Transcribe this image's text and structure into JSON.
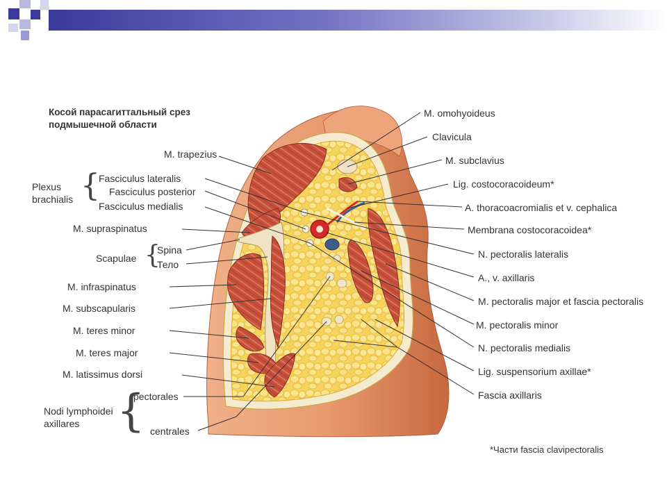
{
  "slide": {
    "accent_dark": "#3a3a9c",
    "accent_light": "#9a9ad4"
  },
  "figure": {
    "title_lines": [
      "Косой парасагиттальный срез",
      "подмышечной области"
    ],
    "left_labels": {
      "trapezius": "M. trapezius",
      "fasc_lateralis": "Fasciculus lateralis",
      "fasc_posterior": "Fasciculus posterior",
      "fasc_medialis": "Fasciculus medialis",
      "plexus_1": "Plexus",
      "plexus_2": "brachialis",
      "supraspinatus": "M. supraspinatus",
      "scapulae": "Scapulae",
      "spina": "Spina",
      "telo": "Тело",
      "infraspinatus": "M. infraspinatus",
      "subscapularis": "M. subscapularis",
      "teres_minor": "M. teres minor",
      "teres_major": "M. teres major",
      "latissimus": "M. latissimus dorsi",
      "nodi_1": "Nodi lymphoidei",
      "nodi_2": "axillares",
      "pectorales": "pectorales",
      "centrales": "centrales"
    },
    "right_labels": {
      "omohyoideus": "M. omohyoideus",
      "clavicula": "Clavicula",
      "subclavius": "M. subclavius",
      "costocoracoideum": "Lig. costocoracoideum*",
      "thoracoacromialis": "A. thoracoacromialis et v. cephalica",
      "membrana": "Membrana  costocoracoidea*",
      "n_pect_lat": "N. pectoralis  lateralis",
      "axillaris": "A., v. axillaris",
      "pect_major": "M. pectoralis major et fascia pectoralis",
      "pect_minor": "M. pectoralis minor",
      "n_pect_med": "N. pectoralis medialis",
      "suspensorium": "Lig. suspensorium axillae*",
      "fascia_axillaris": "Fascia axillaris"
    },
    "footnote": "*Части fascia clavipectoralis",
    "colors": {
      "skin": "#e79a6e",
      "skin_dark": "#c8683e",
      "fat": "#f6d35a",
      "fat_cell": "#f9e48c",
      "muscle": "#c6503a",
      "muscle_stripe": "#e07a62",
      "fascia": "#f5ecd0",
      "artery": "#d42a2a",
      "vein": "#3c5c8c",
      "node": "#f1e6c6",
      "line": "#333333"
    }
  }
}
